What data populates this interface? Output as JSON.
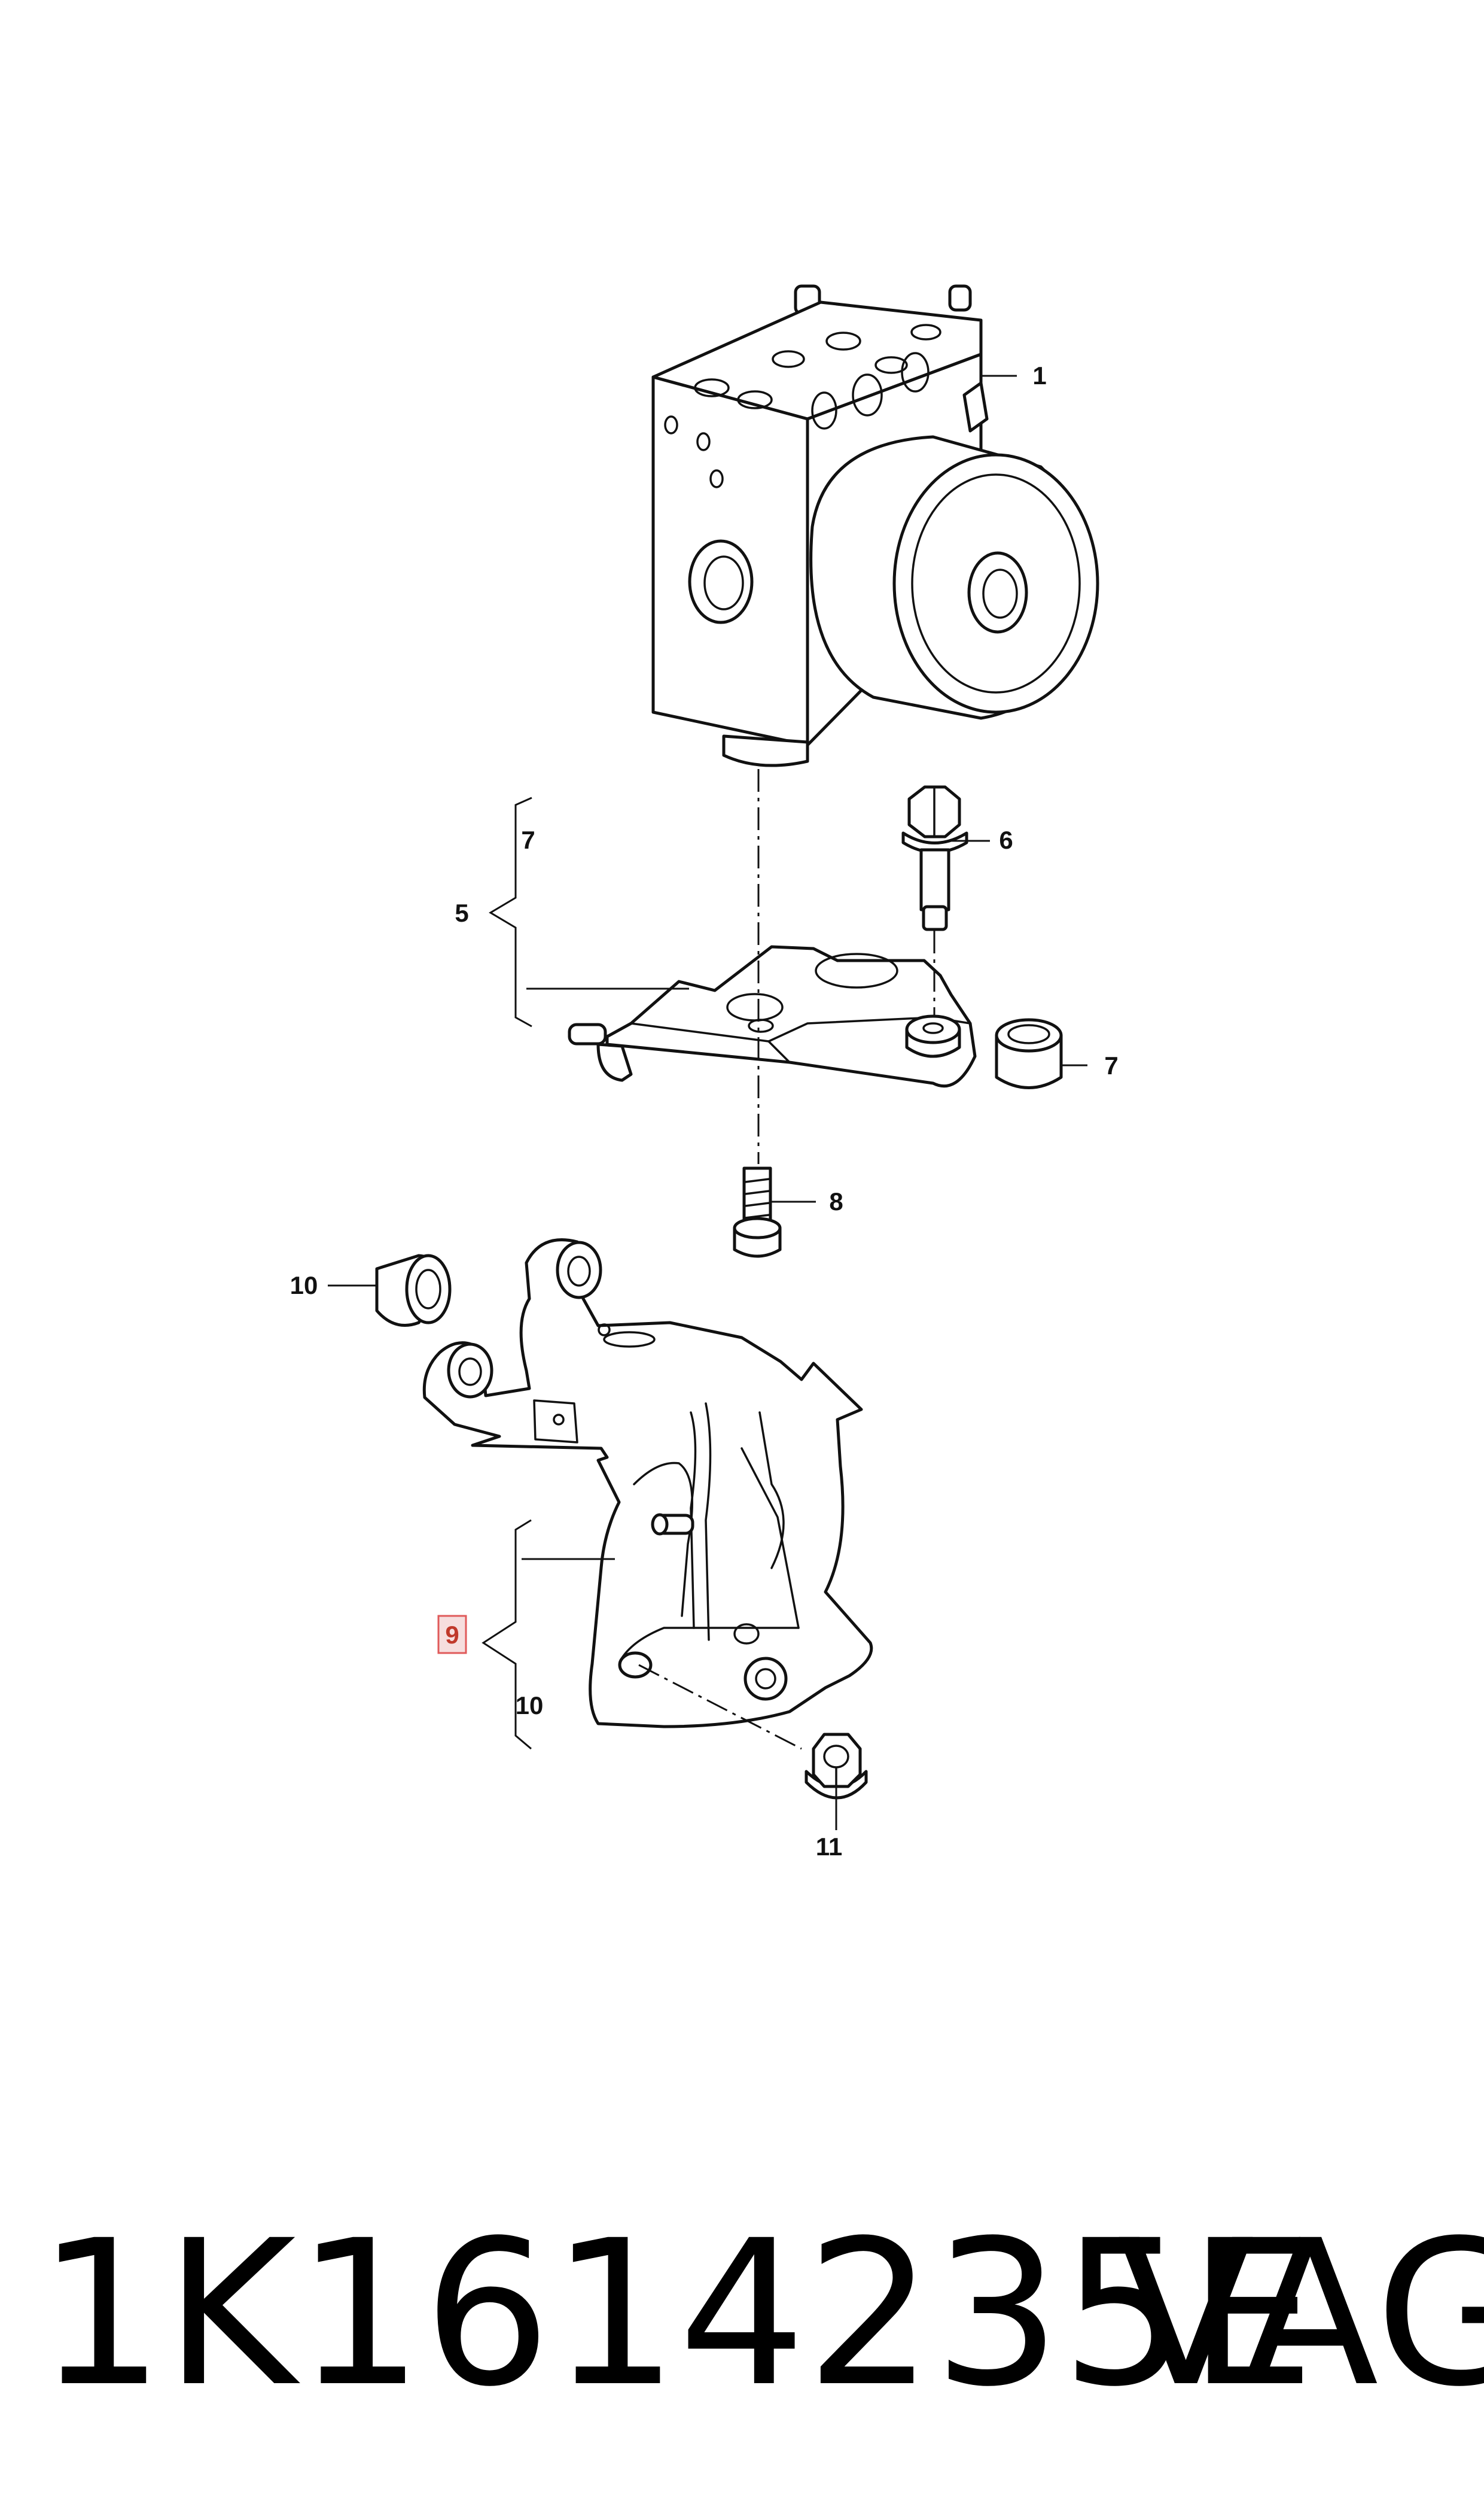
{
  "callouts": {
    "c1": "1",
    "c5": "5",
    "c6": "6",
    "c7a": "7",
    "c7b": "7",
    "c8": "8",
    "c9": "9",
    "c10a": "10",
    "c10b": "10",
    "c11": "11"
  },
  "highlight_color": "#e05a5a",
  "footer": {
    "part_number": "1K1614235E",
    "brand": "VAG"
  }
}
